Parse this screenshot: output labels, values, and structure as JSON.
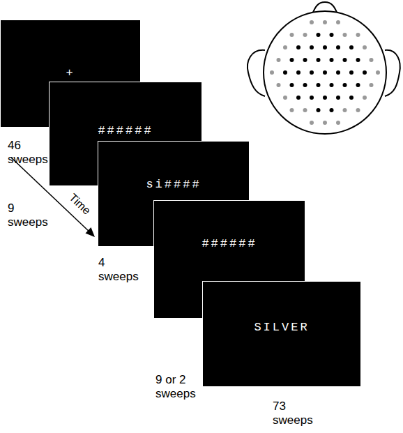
{
  "diagram": {
    "nodes": [
      {
        "text": [
          "+",
          "46 sweeps"
        ]
      },
      {
        "text": [
          "######",
          "9 sweeps"
        ]
      },
      {
        "text": [
          "si####",
          "4 sweeps"
        ]
      },
      {
        "text": [
          "######",
          "9 or 2 sweeps"
        ]
      },
      {
        "text": [
          "SILVER",
          "73 sweeps"
        ]
      }
    ],
    "labels": [
      "Time"
    ]
  }
}
